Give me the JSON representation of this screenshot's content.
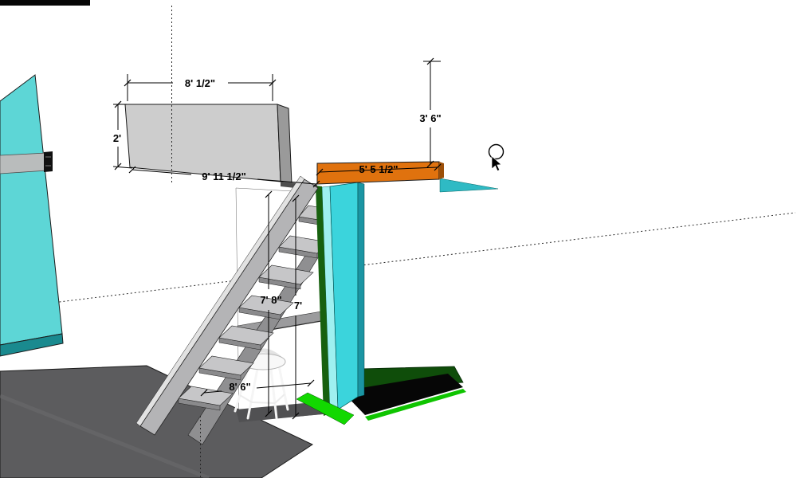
{
  "viewport": {
    "background": "#ffffff"
  },
  "dimensions": {
    "top_width": "8' 1/2\"",
    "left_height": "2'",
    "right_height": "3' 6\"",
    "stair_run": "9' 11 1/2\"",
    "beam_length": "5' 5 1/2\"",
    "wall_height": "7' 8\"",
    "opening_height": "7'",
    "floor_width": "8' 6\""
  },
  "colors": {
    "panel_cyan": "#5dd6d6",
    "panel_edge_teal": "#1a8a8f",
    "wall_cyan": "#3bd4dc",
    "wall_cyan_light": "#9ef0f0",
    "wall_teal_dark": "#1b95a3",
    "beam_orange": "#e0720e",
    "floor_gray": "#5c5c5e",
    "platform_gray": "#cdcdcd",
    "stair_gray": "#b4b4b6",
    "green_bright": "#12d800",
    "green_dark": "#0f4d0a"
  },
  "cursor": {
    "icon": "arrow-orbit-cursor"
  }
}
